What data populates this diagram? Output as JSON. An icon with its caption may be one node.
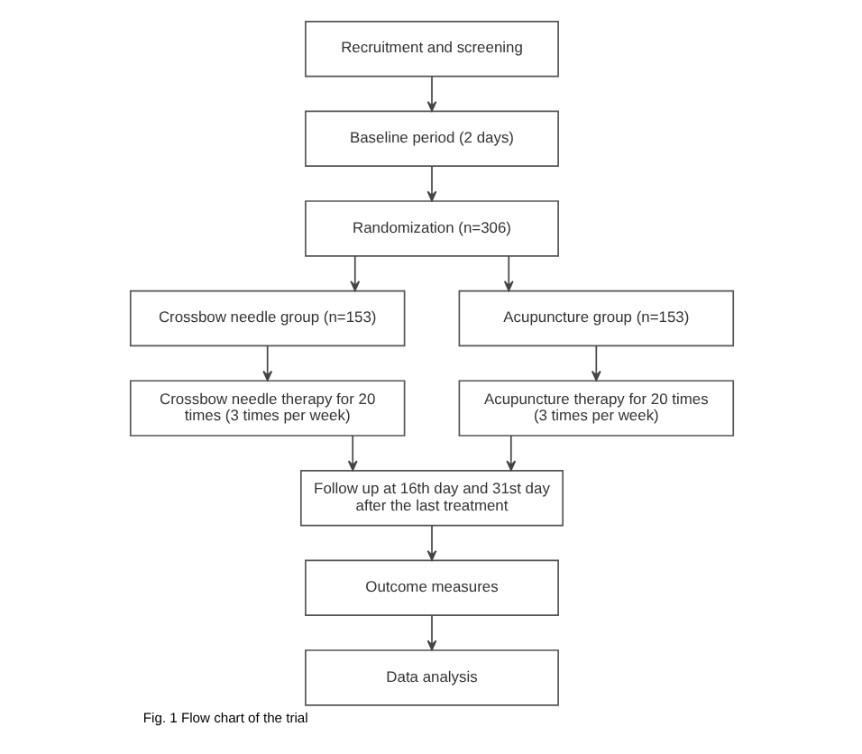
{
  "diagram": {
    "caption": "Fig. 1 Flow chart of the trial",
    "nodes": [
      {
        "text": [
          "Recruitment and screening"
        ]
      },
      {
        "text": [
          "Baseline period (2 days)"
        ]
      },
      {
        "text": [
          "Randomization (n=306)"
        ]
      },
      {
        "text": [
          "Crossbow needle group (n=153)"
        ]
      },
      {
        "text": [
          "Acupuncture group (n=153)"
        ]
      },
      {
        "text": [
          "Crossbow needle therapy for 20 times (3 times per week)"
        ]
      },
      {
        "text": [
          "Acupuncture therapy for 20 times (3 times per week)"
        ]
      },
      {
        "text": [
          "Follow up at 16th day and 31st day after the last treatment"
        ]
      },
      {
        "text": [
          "Outcome measures"
        ]
      },
      {
        "text": [
          "Data analysis"
        ]
      }
    ],
    "edges": [
      {
        "from": 0,
        "to": 1,
        "arrow": "to"
      },
      {
        "from": 1,
        "to": 2,
        "arrow": "to"
      },
      {
        "from": 2,
        "to": 3,
        "arrow": "to"
      },
      {
        "from": 2,
        "to": 4,
        "arrow": "to"
      },
      {
        "from": 3,
        "to": 5,
        "arrow": "to"
      },
      {
        "from": 4,
        "to": 6,
        "arrow": "to"
      },
      {
        "from": 5,
        "to": 7,
        "arrow": "to"
      },
      {
        "from": 6,
        "to": 7,
        "arrow": "to"
      },
      {
        "from": 7,
        "to": 8,
        "arrow": "to"
      },
      {
        "from": 8,
        "to": 9,
        "arrow": "to"
      }
    ]
  }
}
